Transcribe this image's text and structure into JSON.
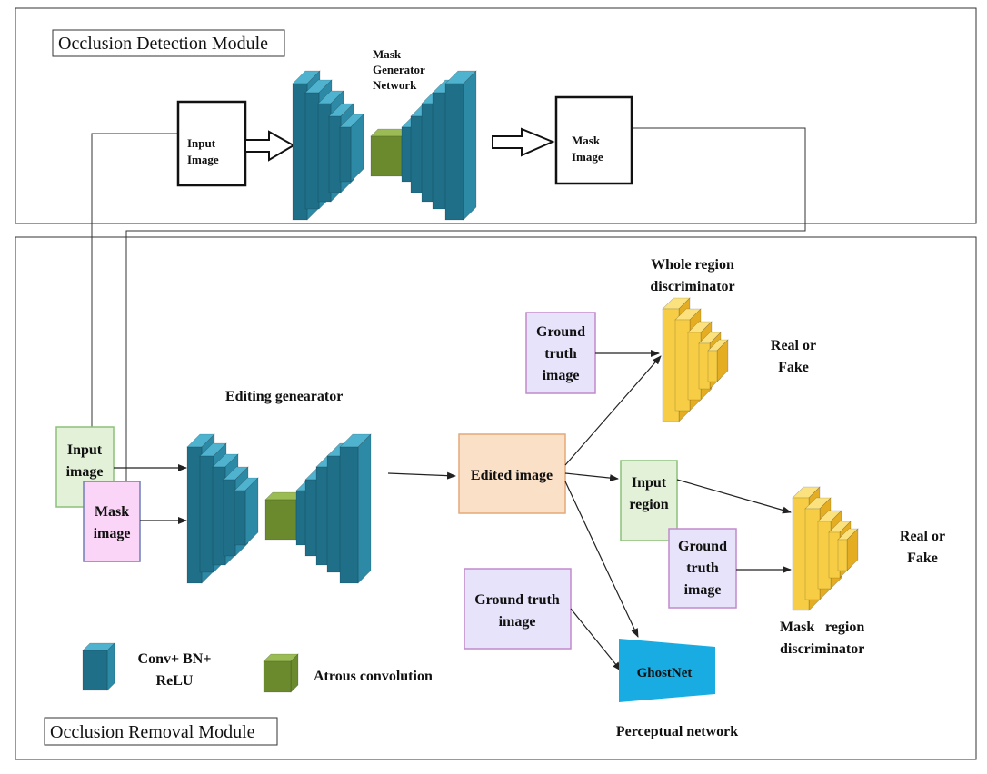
{
  "modules": {
    "detection_title": "Occlusion Detection Module",
    "removal_title": "Occlusion Removal Module"
  },
  "detection": {
    "input_image": [
      "Input",
      "Image"
    ],
    "mask_generator": [
      "Mask",
      "Generator",
      "Network"
    ],
    "mask_image": [
      "Mask",
      "Image"
    ]
  },
  "removal": {
    "input_image": [
      "Input",
      "image"
    ],
    "mask_image": [
      "Mask",
      "image"
    ],
    "editing_generator": "Editing genearator",
    "edited_image": "Edited image",
    "ground_truth_top": [
      "Ground",
      "truth",
      "image"
    ],
    "whole_region_disc": [
      "Whole region",
      "discriminator"
    ],
    "real_fake_top": [
      "Real or",
      "Fake"
    ],
    "input_region": [
      "Input",
      "region"
    ],
    "ground_truth_mid": [
      "Ground",
      "truth",
      "image"
    ],
    "mask_region_disc": [
      "Mask",
      "region",
      "discriminator"
    ],
    "real_fake_mid": [
      "Real or",
      "Fake"
    ],
    "ground_truth_bottom": [
      "Ground truth",
      "image"
    ],
    "ghostnet": "GhostNet",
    "perceptual": "Perceptual network"
  },
  "legend": {
    "conv": [
      "Conv+ BN+",
      "ReLU"
    ],
    "atrous": "Atrous convolution"
  },
  "colors": {
    "teal_front": "#1f6f88",
    "teal_side": "#2d8aa6",
    "teal_top": "#4fb3cf",
    "green_front": "#6b8a2e",
    "green_top": "#9bbb55",
    "yellow_front": "#f6cd45",
    "yellow_side": "#e5ad22",
    "yellow_top": "#fbe27e",
    "peach": "#fbe0c8",
    "lavender": "#e6e3fa",
    "mint": "#e3f1d8",
    "pink": "#fbd5f7",
    "ghostnet": "#19ace2"
  }
}
